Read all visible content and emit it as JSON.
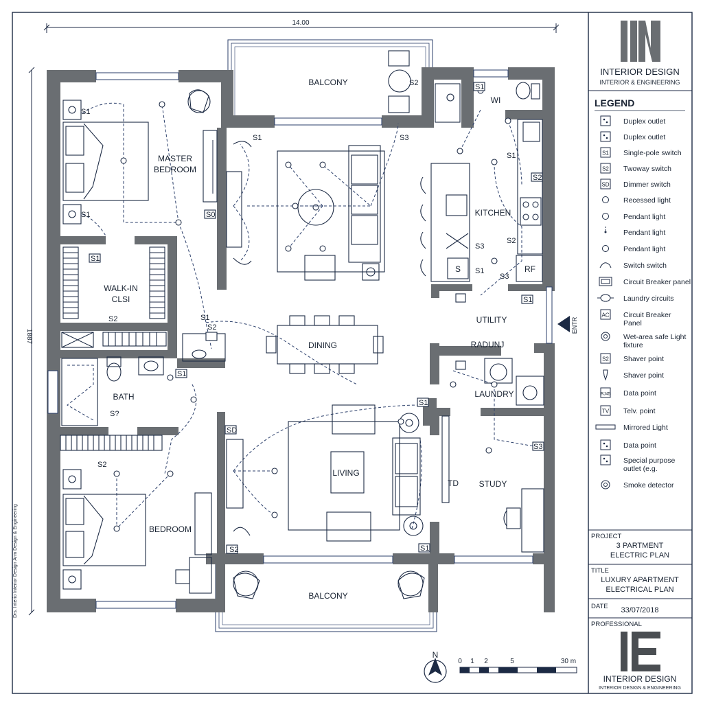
{
  "dimensions": {
    "width_label": "14.00",
    "height_label": "1887"
  },
  "rooms": {
    "balcony_top": "BALCONY",
    "master_bedroom_1": "MASTER",
    "master_bedroom_2": "BEDROOM",
    "walkin_1": "WALK-IN",
    "walkin_2": "CLSI",
    "bath": "BATH",
    "bedroom": "BEDROOM",
    "dining": "DINING",
    "living": "LIVING",
    "kitchen": "KITCHEN",
    "utility": "UTILITY",
    "laundry": "LAUNDRY",
    "study": "STUDY",
    "balcony_bottom": "BALCONY",
    "wc": "WI",
    "entry": "ENTR",
    "fridge": "RF",
    "sink": "S",
    "tv": "TD",
    "radio": "RADUNJ"
  },
  "switches": {
    "s1": "S1",
    "s2": "S2",
    "s3": "S3",
    "sd": "SD",
    "s_q": "S?",
    "s0": "S0",
    "s2b": "S2",
    "s1b": "S1"
  },
  "legend": {
    "title": "LEGEND",
    "items": [
      {
        "label": "Duplex outlet",
        "icon": "duplex-outlet-icon"
      },
      {
        "label": "Duplex outlet",
        "icon": "duplex-outlet-icon"
      },
      {
        "label": "Single-pole switch",
        "icon": "single-pole-switch-icon",
        "code": "S1"
      },
      {
        "label": "Twoway switch",
        "icon": "twoway-switch-icon",
        "code": "S2"
      },
      {
        "label": "Dimmer switch",
        "icon": "dimmer-switch-icon",
        "code": "SD"
      },
      {
        "label": "Recessed light",
        "icon": "recessed-light-icon"
      },
      {
        "label": "Pendant light",
        "icon": "pendant-light-icon"
      },
      {
        "label": "Pendant light",
        "icon": "pendant-light-drop-icon"
      },
      {
        "label": "Pendant light",
        "icon": "pendant-light-icon"
      },
      {
        "label": "Switch switch",
        "icon": "switch-loop-icon"
      },
      {
        "label": "Circuit Breaker panel",
        "icon": "circuit-breaker-panel-icon"
      },
      {
        "label": "Laundry circuits",
        "icon": "laundry-circuit-icon"
      },
      {
        "label": "Circuit Breaker",
        "label2": "Panel",
        "icon": "ac-panel-icon",
        "code": "AC"
      },
      {
        "label": "Wet-area safe Light",
        "label2": "fixture",
        "icon": "wet-area-light-icon"
      },
      {
        "label": "Shaver point",
        "icon": "shaver-point-icon",
        "code": "S2"
      },
      {
        "label": "Shaver point",
        "icon": "shaver-plug-icon"
      },
      {
        "label": "Data point",
        "icon": "data-point-icon",
        "code": "RJ45"
      },
      {
        "label": "Telv. point",
        "icon": "tv-point-icon",
        "code": "TV"
      },
      {
        "label": "Mirrored Light",
        "icon": "mirrored-light-icon"
      },
      {
        "label": "Data point",
        "icon": "data-plug-icon"
      },
      {
        "label": "Special purpose",
        "label2": "outlet (e.g.",
        "icon": "special-outlet-icon"
      },
      {
        "label": "Smoke detector",
        "icon": "smoke-detector-icon"
      }
    ]
  },
  "brand": {
    "name": "INTERIOR DESIGN",
    "tagline": "INTERIOR & ENGINEERING",
    "tagline_small": "INTERIOR DESIGN & ENGINEERING"
  },
  "title_block": {
    "project_head": "PROJECT",
    "project_line1": "3 PARTMENT",
    "project_line2": "ELECTRIC PLAN",
    "title_head": "TITLE",
    "title_line1": "LUXURY APARTMENT",
    "title_line2": "ELECTRICAL PLAN",
    "date_head": "DATE",
    "date": "33/07/2018",
    "professional_head": "PROFESSIONAL"
  },
  "scale": {
    "north": "N",
    "ticks": [
      "0",
      "1",
      "2",
      "5",
      "30 m"
    ]
  },
  "side_note": "Drs. Interio Interior Design Arm Design & Engineering"
}
